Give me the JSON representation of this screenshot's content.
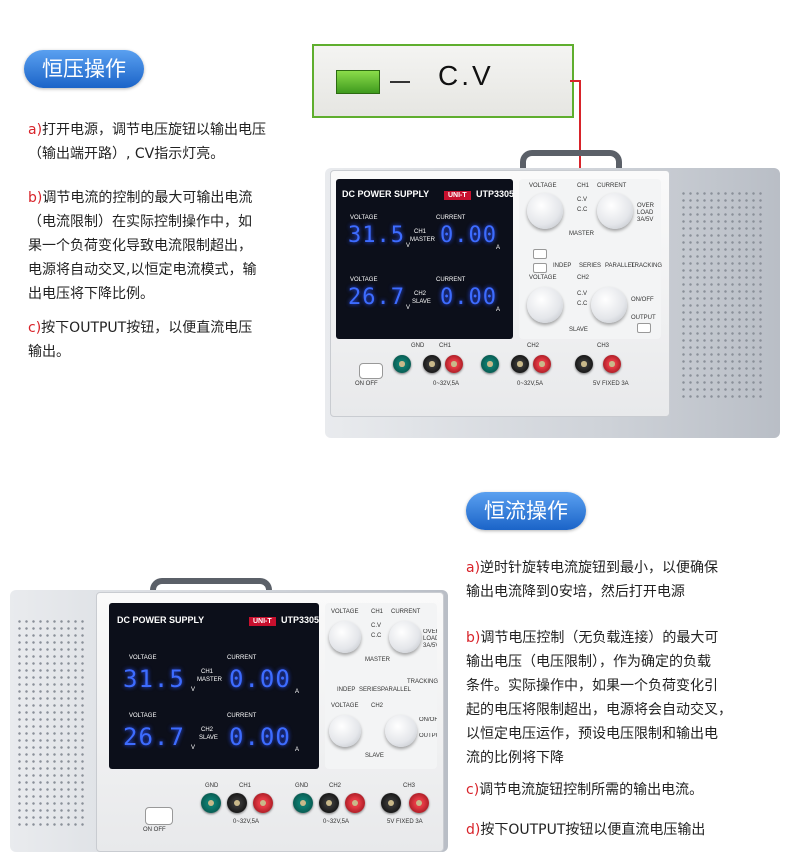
{
  "section1": {
    "title": "恒压操作",
    "items": [
      {
        "marker": "a)",
        "lines": [
          "打开电源，调节电压旋钮以输出电压",
          "（输出端开路）, CV指示灯亮。"
        ]
      },
      {
        "marker": "b)",
        "lines": [
          "调节电流的控制的最大可输出电流",
          "（电流限制）在实际控制操作中，如",
          "果一个负荷变化导致电流限制超出，",
          "电源将自动交叉,以恒定电流模式，输",
          "出电压将下降比例。"
        ]
      },
      {
        "marker": "c)",
        "lines": [
          "按下OUTPUT按钮，以便直流电压",
          "输出。"
        ]
      }
    ]
  },
  "callout": {
    "label": "C.V"
  },
  "device": {
    "title": "DC POWER SUPPLY",
    "brand": "UNI-T",
    "model": "UTP3305",
    "voltage": "VOLTAGE",
    "current": "CURRENT",
    "ch1_v": "31.5",
    "ch1_a": "0.00",
    "ch2_v": "26.7",
    "ch2_a": "0.00",
    "unit_v": "V",
    "unit_a": "A",
    "ch1": "CH1",
    "ch2": "CH2",
    "ch3": "CH3",
    "master": "MASTER",
    "slave": "SLAVE",
    "cv": "C.V",
    "cc": "C.C",
    "overload": "OVER LOAD 3A/5V",
    "indep": "INDEP",
    "series": "SERIES",
    "parallel": "PARALLEL",
    "tracking": "TRACKING",
    "onoff": "ON/OFF",
    "output": "OUTPUT",
    "power": "ON  OFF",
    "gnd": "GND",
    "minus": "−",
    "plus": "+",
    "rating1": "0~32V,5A",
    "rating2": "0~32V,5A",
    "rating3": "5V FIXED 3A"
  },
  "section2": {
    "title": "恒流操作",
    "items": [
      {
        "marker": "a)",
        "lines": [
          "逆时针旋转电流旋钮到最小，以便确保",
          "输出电流降到0安培，然后打开电源"
        ]
      },
      {
        "marker": "b)",
        "lines": [
          "调节电压控制（无负载连接）的最大可",
          "输出电压（电压限制），作为确定的负载",
          "条件。实际操作中，如果一个负荷变化引",
          "起的电压将限制超出，电源将会自动交叉，",
          "以恒定电压运作，预设电压限制和输出电",
          "流的比例将下降"
        ]
      },
      {
        "marker": "c)",
        "lines": [
          "调节电流旋钮控制所需的输出电流。"
        ]
      },
      {
        "marker": "d)",
        "lines": [
          "按下OUTPUT按钮以便直流电压输出"
        ]
      }
    ]
  },
  "colors": {
    "accent": "#1b64c8",
    "marker": "#d8232a",
    "led": "#5fae2e",
    "digits": "#3d6cff"
  }
}
